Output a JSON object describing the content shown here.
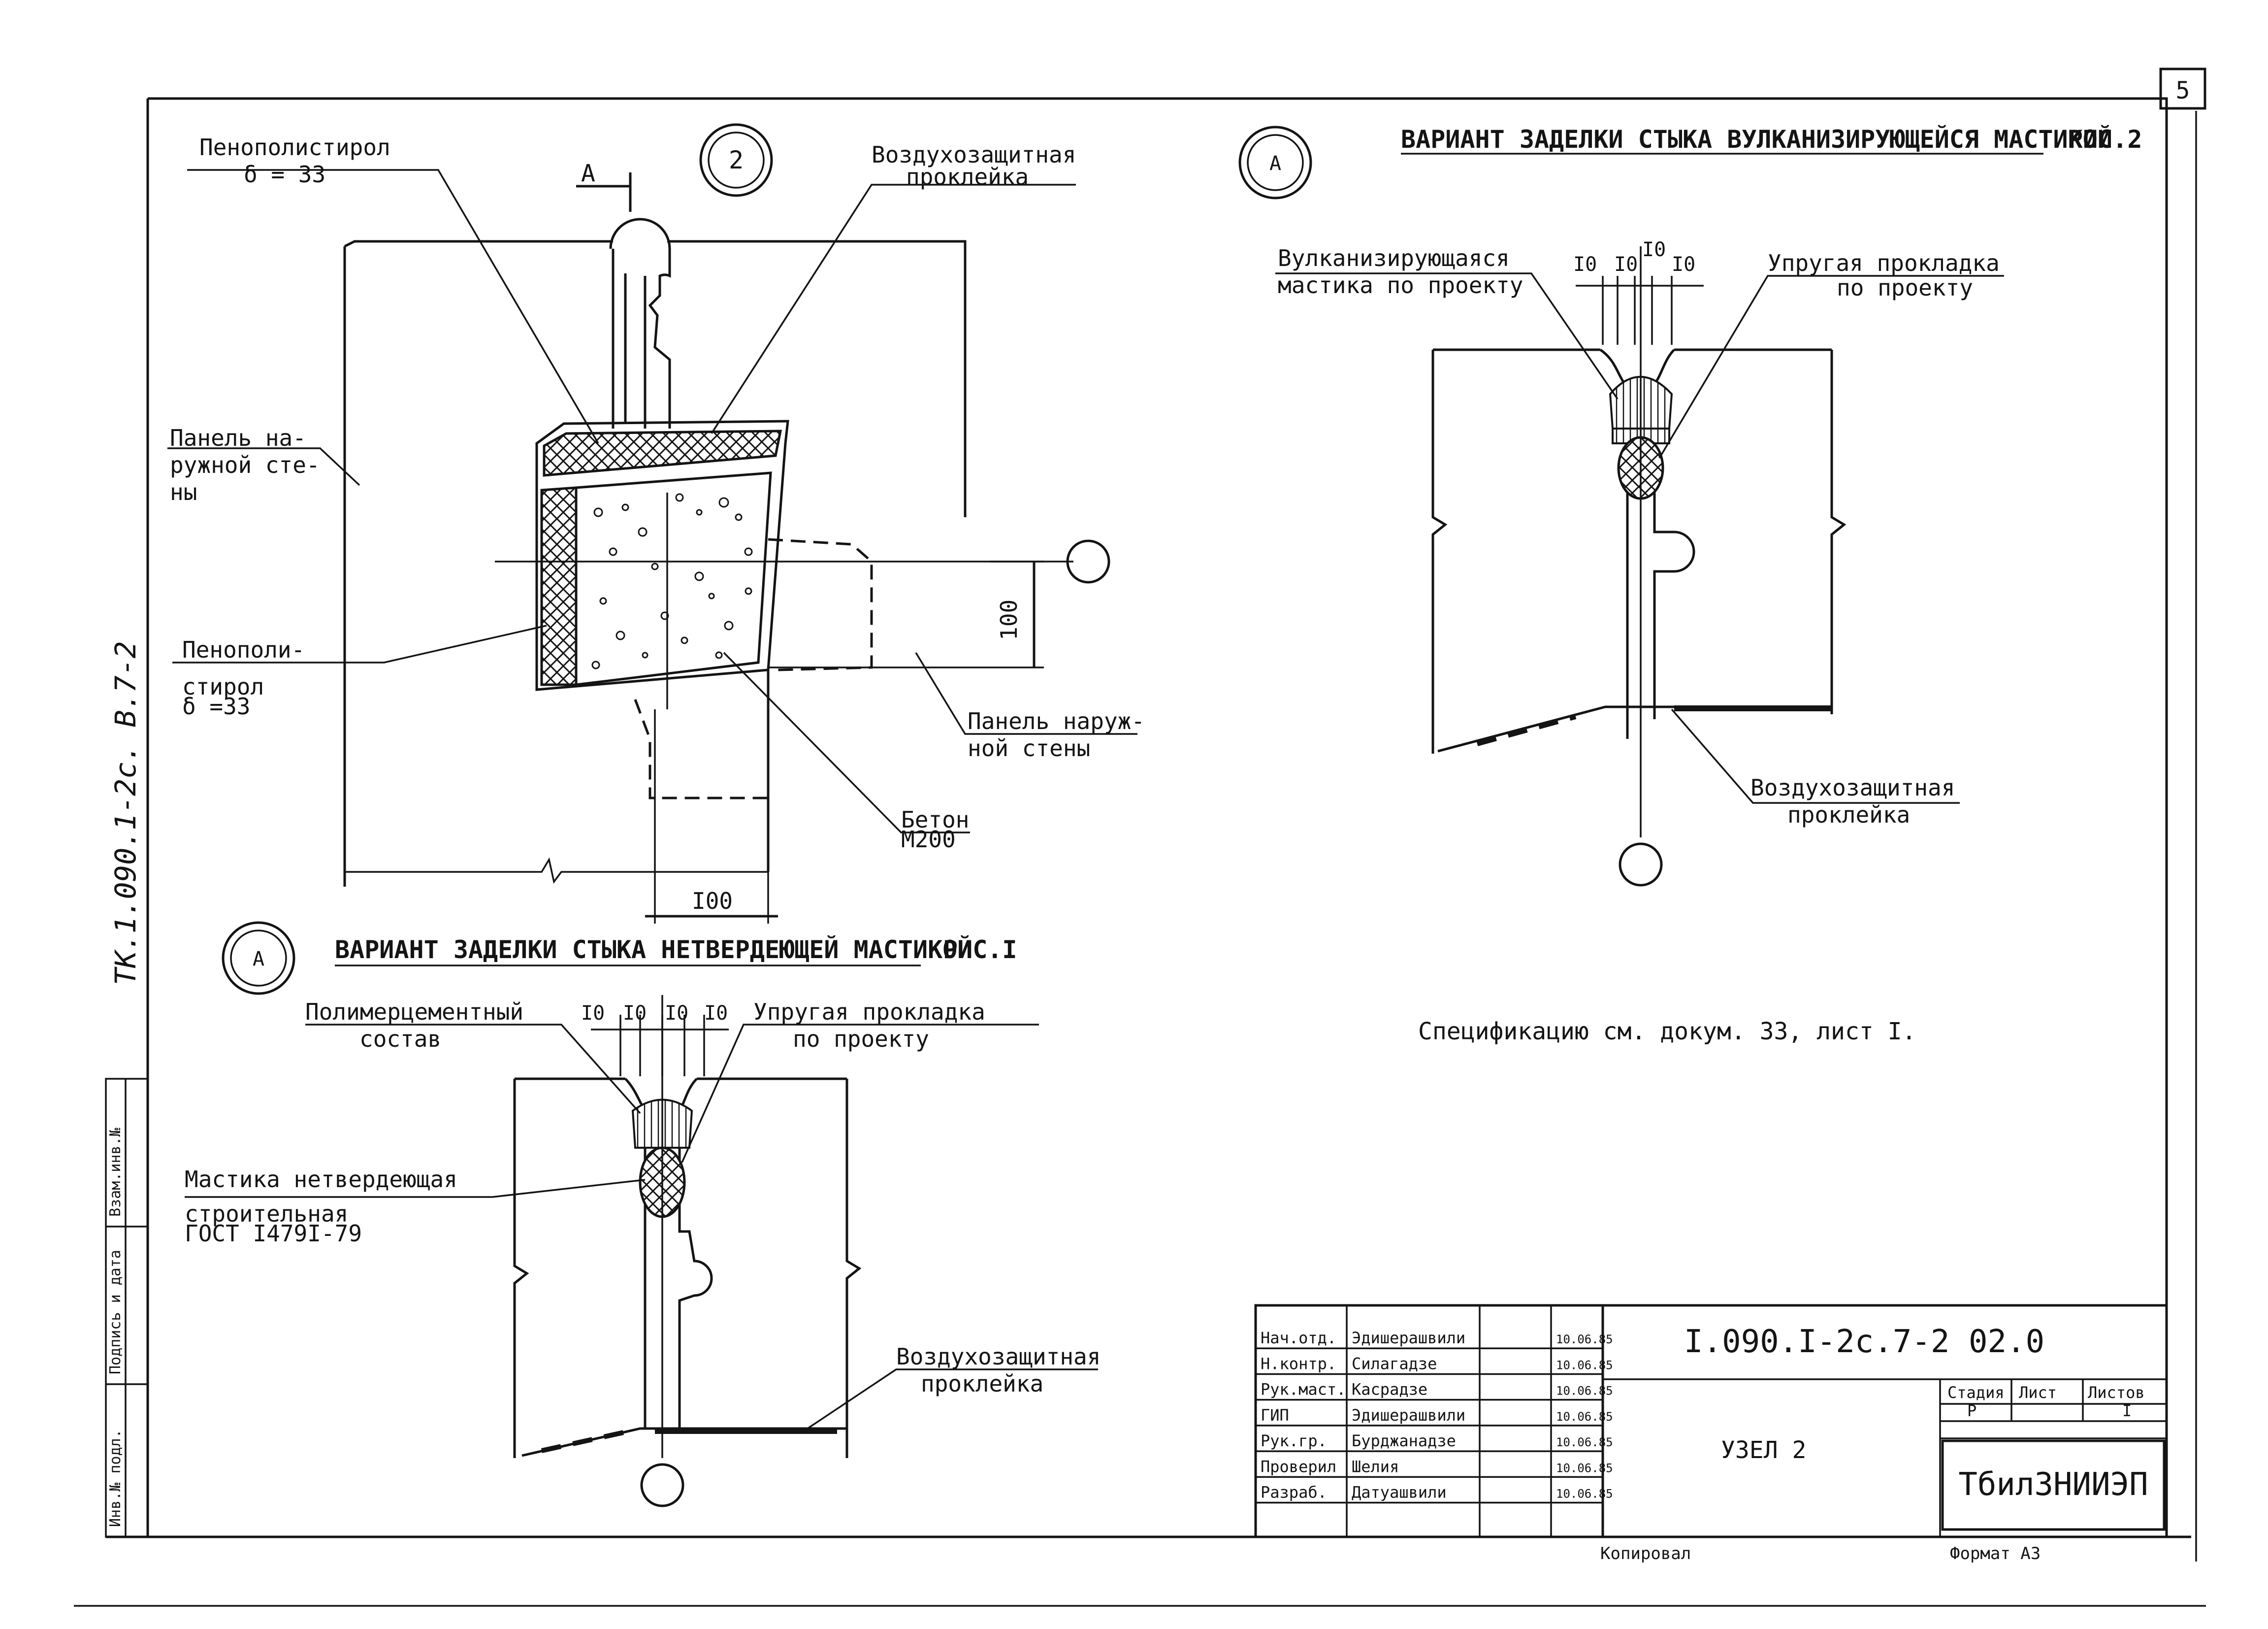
{
  "sheet": {
    "number": "5",
    "margin_note": "ТК.1.090.1-2с. В.7-2",
    "side_stamp": [
      "Инв.№ подл.",
      "Подпись и дата",
      "Взам.инв.№"
    ]
  },
  "fig_node2": {
    "node_number": "2",
    "section_mark": "А",
    "labels": {
      "pps_top_1": "Пенополистирол",
      "pps_top_2": "δ = 33",
      "air_1": "Воздухозащитная",
      "air_2": "проклейка",
      "panel_l1": "Панель на-",
      "panel_l2": "ружной сте-",
      "panel_l3": "ны",
      "pps_side_1": "Пенополи-",
      "pps_side_2": "стирол",
      "pps_side_3": "δ =33",
      "panel_r1": "Панель наруж-",
      "panel_r2": "ной стены",
      "concrete_1": "Бетон",
      "concrete_2": "М200",
      "dim_vert": "100",
      "dim_horiz": "I00"
    }
  },
  "fig_variant1": {
    "mark": "А",
    "title": "ВАРИАНТ ЗАДЕЛКИ СТЫКА НЕТВЕРДЕЮЩЕЙ МАСТИКОЙ",
    "fig": "РИС.I",
    "dims": [
      "I0",
      "I0",
      "I0",
      "I0"
    ],
    "labels": {
      "polymer_1": "Полимерцементный",
      "polymer_2": "состав",
      "gasket_1": "Упругая прокладка",
      "gasket_2": "по проекту",
      "mastic_1": "Мастика нетвердеющая",
      "mastic_2": "строительная",
      "mastic_3": "ГОСТ I479I-79",
      "air_1": "Воздухозащитная",
      "air_2": "проклейка"
    }
  },
  "fig_variant2": {
    "mark": "А",
    "title": "ВАРИАНТ ЗАДЕЛКИ СТЫКА ВУЛКАНИЗИРУЮЩЕЙСЯ МАСТИКОЙ",
    "fig": "РИС.2",
    "dims": [
      "I0",
      "I0",
      "I0",
      "I0"
    ],
    "labels": {
      "vulc_1": "Вулканизирующаяся",
      "vulc_2": "мастика по проекту",
      "gasket_1": "Упругая прокладка",
      "gasket_2": "по проекту",
      "air_1": "Воздухозащитная",
      "air_2": "проклейка"
    }
  },
  "spec_note": "Спецификацию см. докум. 33, лист I.",
  "title_block": {
    "rows": [
      {
        "role": "Нач.отд.",
        "name": "Эдишерашвили",
        "date": "10.06.85"
      },
      {
        "role": "Н.контр.",
        "name": "Силагадзе",
        "date": "10.06.85"
      },
      {
        "role": "Рук.маст.",
        "name": "Касрадзе",
        "date": "10.06.85"
      },
      {
        "role": "ГИП",
        "name": "Эдишерашвили",
        "date": "10.06.85"
      },
      {
        "role": "Рук.гр.",
        "name": "Бурджанадзе",
        "date": "10.06.85"
      },
      {
        "role": "Проверил",
        "name": "Шелия",
        "date": "10.06.85"
      },
      {
        "role": "Разраб.",
        "name": "Датуашвили",
        "date": "10.06.85"
      }
    ],
    "doc_code": "I.090.I-2с.7-2 02.0",
    "node_name": "УЗЕЛ 2",
    "stage_label": "Стадия",
    "sheet_label": "Лист",
    "sheets_label": "Листов",
    "stage_value": "Р",
    "sheets_value": "I",
    "organization": "ТбилЗНИИЭП"
  },
  "footer": {
    "copied": "Копировал",
    "format": "Формат А3"
  }
}
